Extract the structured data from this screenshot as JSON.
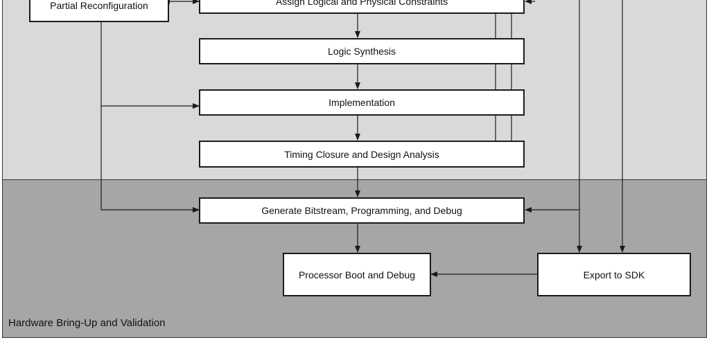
{
  "colors": {
    "implementation_panel": "#d9d9d9",
    "hardware_panel": "#a6a6a6",
    "box_fill": "#ffffff",
    "line": "#1a1a1a"
  },
  "boxes": {
    "partial_reconfiguration": "Partial Reconfiguration",
    "assign_constraints": "Assign Logical and Physical Constraints",
    "logic_synthesis": "Logic Synthesis",
    "implementation": "Implementation",
    "timing_closure": "Timing Closure and Design Analysis",
    "generate_bitstream": "Generate Bitstream, Programming, and Debug",
    "processor_boot": "Processor Boot and Debug",
    "export_sdk": "Export to SDK"
  },
  "panels": {
    "hardware_label": "Hardware Bring-Up and Validation"
  }
}
